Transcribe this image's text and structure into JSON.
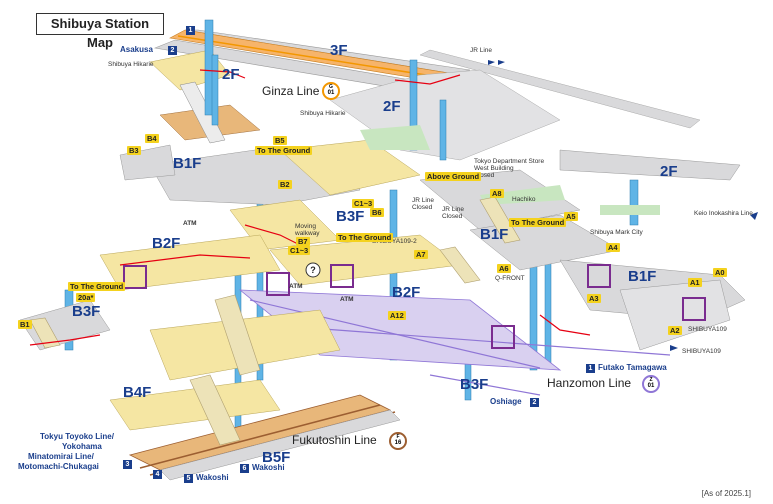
{
  "title": "Shibuya Station Map",
  "as_of": "[As of 2025.1]",
  "floors": {
    "f3": "3F",
    "f2_left": "2F",
    "f2_mid": "2F",
    "f2_right": "2F",
    "b1f_left": "B1F",
    "b1f_mid": "B1F",
    "b1f_right": "B1F",
    "b2f_left": "B2F",
    "b2f_mid": "B2F",
    "b3f_mid": "B3F",
    "b3f_left": "B3F",
    "b3f_bottom": "B3F",
    "b4f": "B4F",
    "b5f": "B5F"
  },
  "lines": {
    "ginza": "Ginza Line",
    "ginza_code_top": "G",
    "ginza_code_num": "01",
    "hanzomon": "Hanzomon Line",
    "hanzomon_code_top": "Z",
    "hanzomon_code_num": "01",
    "fukutoshin": "Fukutoshin Line",
    "fukutoshin_code_top": "F",
    "fukutoshin_code_num": "16",
    "tokyu": "Tokyu Toyoko Line/",
    "yokohama": "Yokohama",
    "minatomirai": "Minatomirai Line/",
    "motomachi": "Motomachi-Chukagai"
  },
  "directions": {
    "asakusa": "Asakusa",
    "asakusa_num": "2",
    "futako": "Futako Tamagawa",
    "futako_num": "1",
    "oshiage": "Oshiage",
    "oshiage_num": "2",
    "wakoshi5": "Wakoshi",
    "wakoshi5_num": "5",
    "wakoshi6": "Wakoshi",
    "wakoshi6_num": "6",
    "tokyu3": "3",
    "tokyu4": "4",
    "top1": "1"
  },
  "places": {
    "shibuya_hikarie_left": "Shibuya Hikarie",
    "shibuya_hikarie_mid": "Shibuya Hikarie",
    "jr_line_top": "JR Line",
    "tokyu_dept_1": "Tokyo Department Store",
    "tokyu_dept_2": "West Building",
    "tokyu_dept_3": "Closed",
    "hachiko": "Hachiko",
    "jr_closed_1a": "JR Line",
    "jr_closed_1b": "Closed",
    "jr_closed_2a": "JR Line",
    "jr_closed_2b": "Closed",
    "mark_city": "Shibuya Mark City",
    "keio": "Keio Inokashira Line",
    "shibuya109_a2": "SHIBUYA109",
    "shibuya109_b": "SHIBUYA109",
    "shibuya109_2": "SHIBUYA109-2",
    "qfront": "Q-FRONT",
    "moving_walkway_1": "Moving",
    "moving_walkway_2": "walkway"
  },
  "exits": {
    "b1": "B1",
    "b3": "B3",
    "b4": "B4",
    "b5": "B5",
    "b2": "B2",
    "b6": "B6",
    "b7": "B7",
    "c1_3a": "C1~3",
    "c1_3b": "C1~3",
    "a0": "A0",
    "a1": "A1",
    "a2": "A2",
    "a3": "A3",
    "a4": "A4",
    "a5": "A5",
    "a6": "A6",
    "a7": "A7",
    "a8": "A8",
    "a12": "A12",
    "exit20a": "20a*",
    "to_ground_1": "To The Ground",
    "to_ground_2": "To The Ground",
    "to_ground_3": "To The Ground",
    "to_ground_4": "To The Ground",
    "above_ground": "Above Ground",
    "atm1": "ATM",
    "atm2": "ATM",
    "atm3": "ATM"
  },
  "colors": {
    "ginza": "#f39700",
    "hanzomon": "#8f76d6",
    "fukutoshin": "#9c5e31",
    "concourse": "#f5e6a3",
    "floor_grey": "#d9d9db",
    "elevator": "#5fb4e6",
    "red_route": "#e60012",
    "navy": "#1a3e8c",
    "exit_yellow": "#f4d21e",
    "purple_frame": "#7a2c8f",
    "green": "#c8e6c0"
  }
}
